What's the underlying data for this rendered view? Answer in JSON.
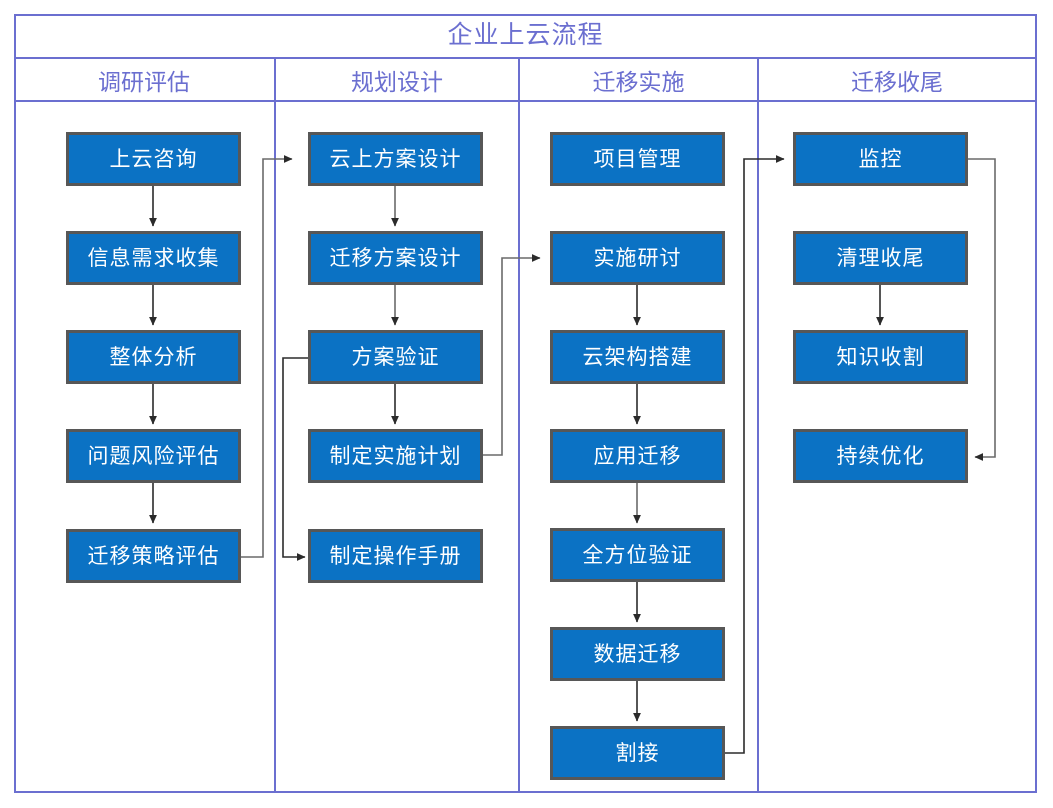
{
  "diagram": {
    "title": "企业上云流程",
    "accent_color": "#6B6FD0",
    "node_fill": "#0B72C4",
    "node_border": "#575757",
    "node_text_color": "#FFFFFF",
    "columns": [
      {
        "header": "调研评估",
        "nodes": [
          {
            "label": "上云咨询"
          },
          {
            "label": "信息需求收集"
          },
          {
            "label": "整体分析"
          },
          {
            "label": "问题风险评估"
          },
          {
            "label": "迁移策略评估"
          }
        ]
      },
      {
        "header": "规划设计",
        "nodes": [
          {
            "label": "云上方案设计"
          },
          {
            "label": "迁移方案设计"
          },
          {
            "label": "方案验证"
          },
          {
            "label": "制定实施计划"
          },
          {
            "label": "制定操作手册"
          }
        ]
      },
      {
        "header": "迁移实施",
        "nodes": [
          {
            "label": "项目管理"
          },
          {
            "label": "实施研讨"
          },
          {
            "label": "云架构搭建"
          },
          {
            "label": "应用迁移"
          },
          {
            "label": "全方位验证"
          },
          {
            "label": "数据迁移"
          },
          {
            "label": "割接"
          }
        ]
      },
      {
        "header": "迁移收尾",
        "nodes": [
          {
            "label": "监控"
          },
          {
            "label": "清理收尾"
          },
          {
            "label": "知识收割"
          },
          {
            "label": "持续优化"
          }
        ]
      }
    ],
    "connections": [
      {
        "from": "上云咨询",
        "to": "信息需求收集",
        "kind": "vertical-arrow"
      },
      {
        "from": "信息需求收集",
        "to": "整体分析",
        "kind": "vertical-arrow"
      },
      {
        "from": "整体分析",
        "to": "问题风险评估",
        "kind": "vertical-arrow"
      },
      {
        "from": "问题风险评估",
        "to": "迁移策略评估",
        "kind": "vertical-arrow"
      },
      {
        "from": "迁移策略评估",
        "to": "云上方案设计",
        "kind": "elbow-arrow"
      },
      {
        "from": "云上方案设计",
        "to": "迁移方案设计",
        "kind": "vertical-arrow"
      },
      {
        "from": "迁移方案设计",
        "to": "方案验证",
        "kind": "vertical-arrow"
      },
      {
        "from": "方案验证",
        "to": "制定操作手册",
        "kind": "elbow-arrow"
      },
      {
        "from": "方案验证",
        "to": "制定实施计划",
        "kind": "vertical-arrow"
      },
      {
        "from": "制定实施计划",
        "to": "实施研讨",
        "kind": "elbow-arrow"
      },
      {
        "from": "实施研讨",
        "to": "云架构搭建",
        "kind": "vertical-arrow"
      },
      {
        "from": "云架构搭建",
        "to": "应用迁移",
        "kind": "vertical-arrow"
      },
      {
        "from": "应用迁移",
        "to": "全方位验证",
        "kind": "vertical-arrow"
      },
      {
        "from": "全方位验证",
        "to": "数据迁移",
        "kind": "vertical-arrow"
      },
      {
        "from": "数据迁移",
        "to": "割接",
        "kind": "vertical-arrow"
      },
      {
        "from": "割接",
        "to": "监控",
        "kind": "elbow-arrow"
      },
      {
        "from": "监控",
        "to": "持续优化",
        "kind": "elbow-arrow"
      },
      {
        "from": "清理收尾",
        "to": "知识收割",
        "kind": "vertical-arrow"
      }
    ]
  }
}
